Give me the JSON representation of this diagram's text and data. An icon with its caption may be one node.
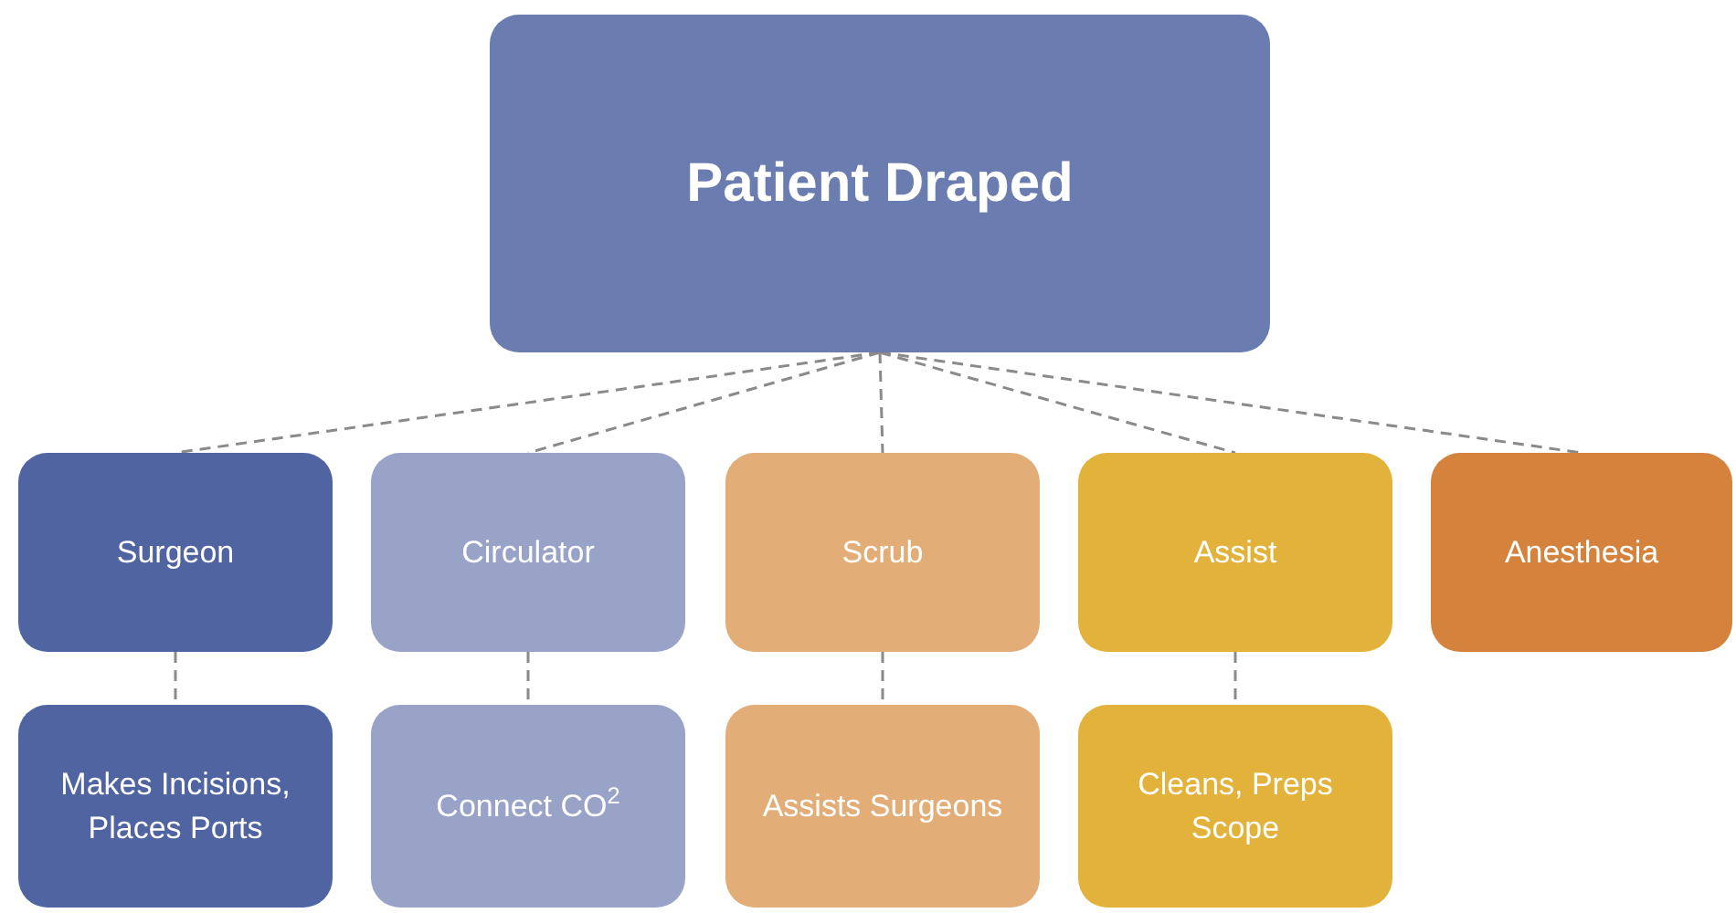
{
  "diagram": {
    "nodes": [
      {
        "text": [
          "Patient Draped"
        ]
      },
      {
        "text": [
          "Surgeon"
        ]
      },
      {
        "text": [
          "Circulator"
        ]
      },
      {
        "text": [
          "Scrub"
        ]
      },
      {
        "text": [
          "Assist"
        ]
      },
      {
        "text": [
          "Anesthesia"
        ]
      },
      {
        "text": [
          "Makes Incisions, Places Ports"
        ]
      },
      {
        "text": [
          "Connect CO$^{2}$"
        ]
      },
      {
        "text": [
          "Assists Surgeons"
        ]
      },
      {
        "text": [
          "Cleans, Preps Scope"
        ]
      }
    ],
    "edges": [
      {
        "from": 0,
        "to": 1,
        "arrow": "none",
        "style": "dashed"
      },
      {
        "from": 0,
        "to": 2,
        "arrow": "none",
        "style": "dashed"
      },
      {
        "from": 0,
        "to": 3,
        "arrow": "none",
        "style": "dashed"
      },
      {
        "from": 0,
        "to": 4,
        "arrow": "none",
        "style": "dashed"
      },
      {
        "from": 0,
        "to": 5,
        "arrow": "none",
        "style": "dashed"
      },
      {
        "from": 1,
        "to": 6,
        "arrow": "none",
        "style": "dashed"
      },
      {
        "from": 2,
        "to": 7,
        "arrow": "none",
        "style": "dashed"
      },
      {
        "from": 3,
        "to": 8,
        "arrow": "none",
        "style": "dashed"
      },
      {
        "from": 4,
        "to": 9,
        "arrow": "none",
        "style": "dashed"
      }
    ]
  }
}
